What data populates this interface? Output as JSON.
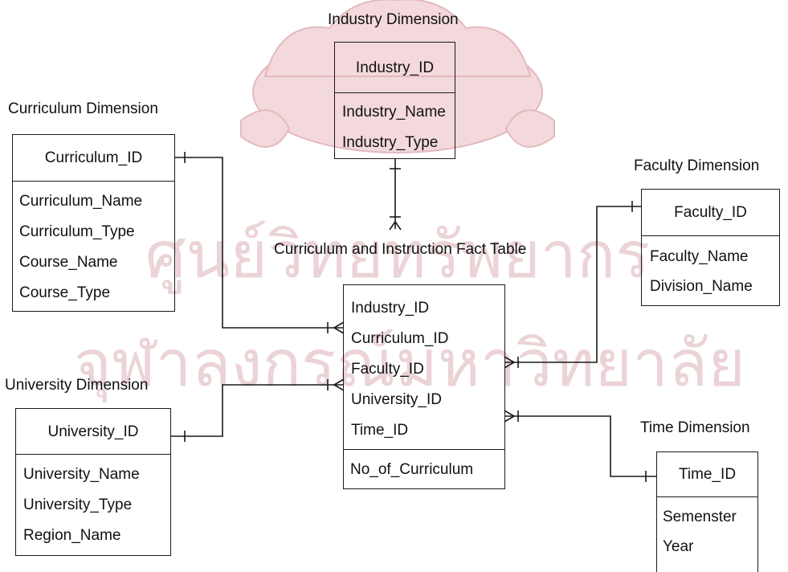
{
  "colors": {
    "line": "#1a1a1a",
    "watermark": "#d8a9ad",
    "watermark_text": "#c9a3a7"
  },
  "watermark": {
    "line1": "ศูนย์วิทยทรัพยากร",
    "line2": "จุฬาลงกรณ์มหาวิทยาลัย"
  },
  "industry": {
    "title": "Industry Dimension",
    "pk": "Industry_ID",
    "attributes": [
      "Industry_Name",
      "Industry_Type"
    ]
  },
  "curriculum": {
    "title": "Curriculum Dimension",
    "pk": "Curriculum_ID",
    "attributes": [
      "Curriculum_Name",
      "Curriculum_Type",
      "Course_Name",
      "Course_Type"
    ]
  },
  "faculty": {
    "title": "Faculty Dimension",
    "pk": "Faculty_ID",
    "attributes": [
      "Faculty_Name",
      "Division_Name"
    ]
  },
  "university": {
    "title": "University Dimension",
    "pk": "University_ID",
    "attributes": [
      "University_Name",
      "University_Type",
      "Region_Name"
    ]
  },
  "time": {
    "title": "Time Dimension",
    "pk": "Time_ID",
    "attributes": [
      "Semenster",
      "Year"
    ]
  },
  "fact": {
    "title": "Curriculum and Instruction Fact Table",
    "keys": [
      "Industry_ID",
      "Curriculum_ID",
      "Faculty_ID",
      "University_ID",
      "Time_ID"
    ],
    "measures": [
      "No_of_Curriculum"
    ]
  }
}
